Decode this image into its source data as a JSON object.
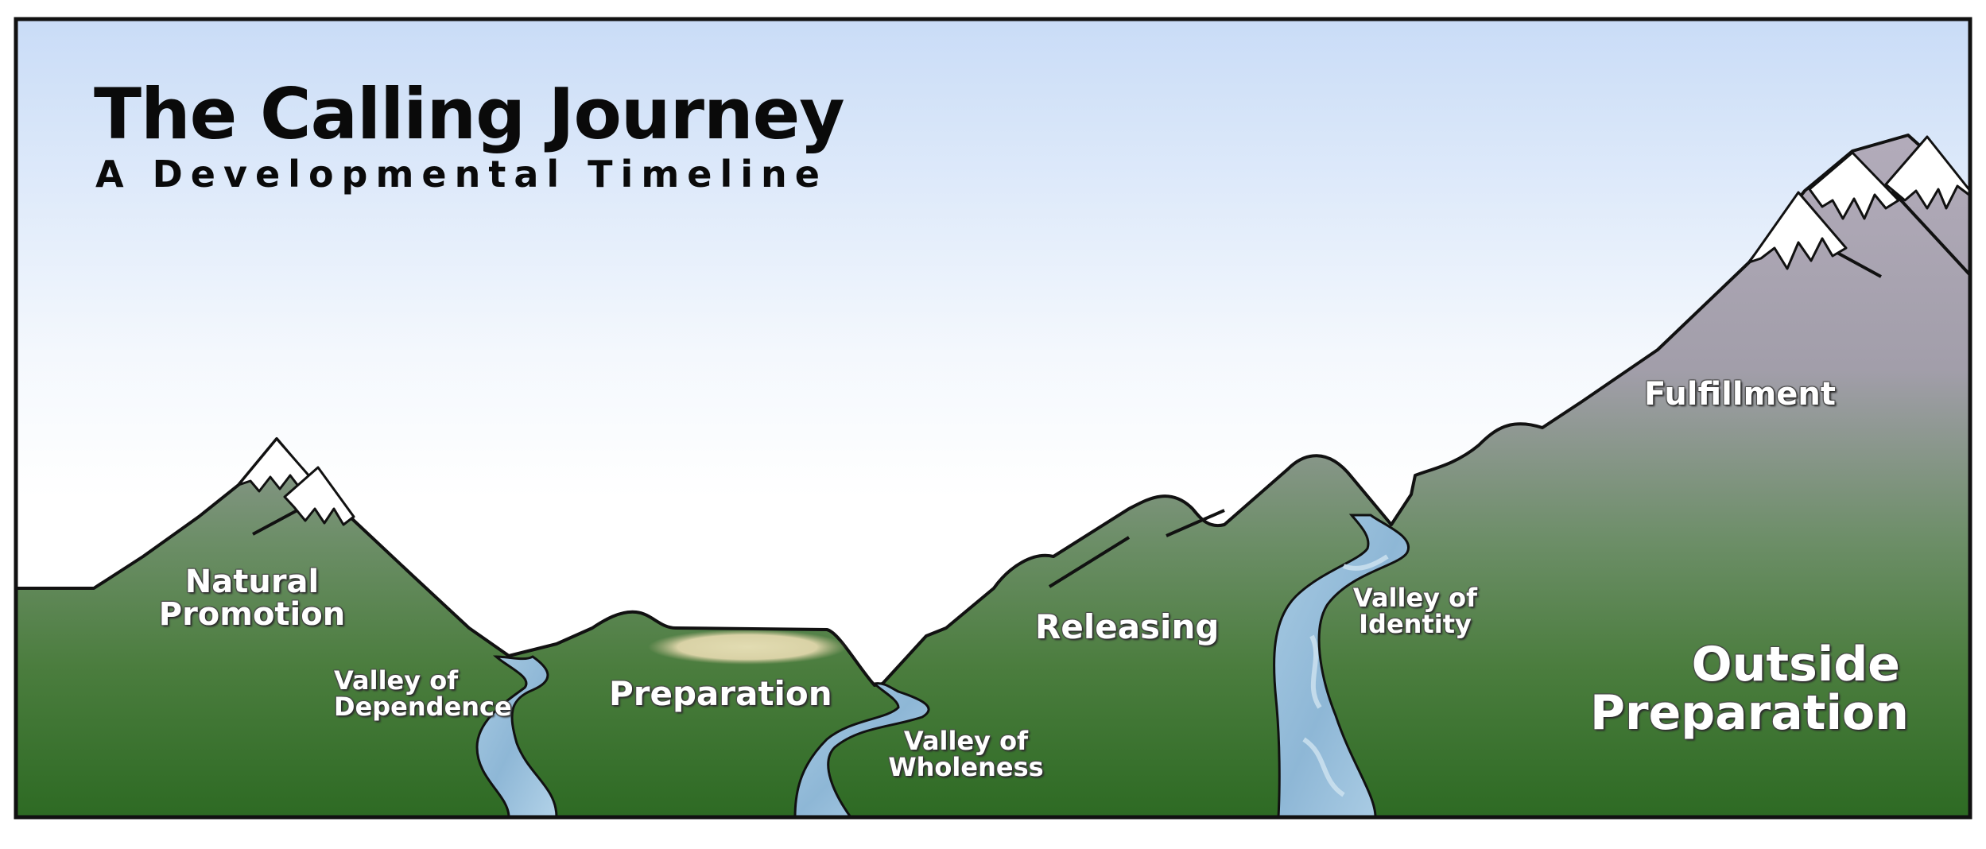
{
  "title": "The Calling Journey",
  "subtitle": "A Developmental Timeline",
  "stages": {
    "natural_promotion": [
      "Natural",
      "Promotion"
    ],
    "valley_of_dependence": [
      "Valley of",
      "Dependence"
    ],
    "preparation": "Preparation",
    "valley_of_wholeness": [
      "Valley of",
      "Wholeness"
    ],
    "releasing": "Releasing",
    "valley_of_identity": [
      "Valley of",
      "Identity"
    ],
    "fulfillment": "Fulfillment",
    "outside_preparation": [
      "Outside",
      "Preparation"
    ]
  },
  "colors": {
    "sky_top": "#c9dcf7",
    "sky_bottom": "#ffffff",
    "mountain_top": "#a9a3b1",
    "mountain_bottom": "#2f6e25",
    "river": "#9ec3de",
    "snow": "#ffffff",
    "plateau": "#d9d2a8",
    "outline": "#111111"
  }
}
